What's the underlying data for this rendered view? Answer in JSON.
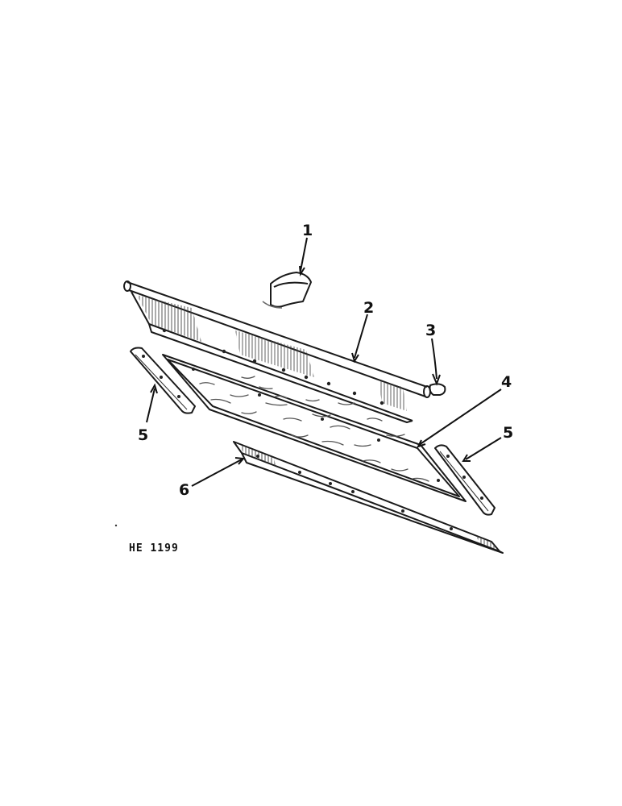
{
  "figure": {
    "code": "HE 1199"
  },
  "callouts": [
    {
      "id": "1",
      "label": "1"
    },
    {
      "id": "2",
      "label": "2"
    },
    {
      "id": "3",
      "label": "3"
    },
    {
      "id": "4",
      "label": "4"
    },
    {
      "id": "5a",
      "label": "5"
    },
    {
      "id": "5b",
      "label": "5"
    },
    {
      "id": "6",
      "label": "6"
    }
  ],
  "parts": [
    {
      "callout": "1",
      "icon": "shield-cap-icon"
    },
    {
      "callout": "2",
      "icon": "channel-frame-icon"
    },
    {
      "callout": "3",
      "icon": "end-cap-icon"
    },
    {
      "callout": "4",
      "icon": "wood-panel-icon"
    },
    {
      "callout": "5",
      "icon": "bracket-icon"
    },
    {
      "callout": "6",
      "icon": "angle-rail-icon"
    }
  ],
  "colors": {
    "ink": "#111111",
    "background": "#ffffff"
  }
}
